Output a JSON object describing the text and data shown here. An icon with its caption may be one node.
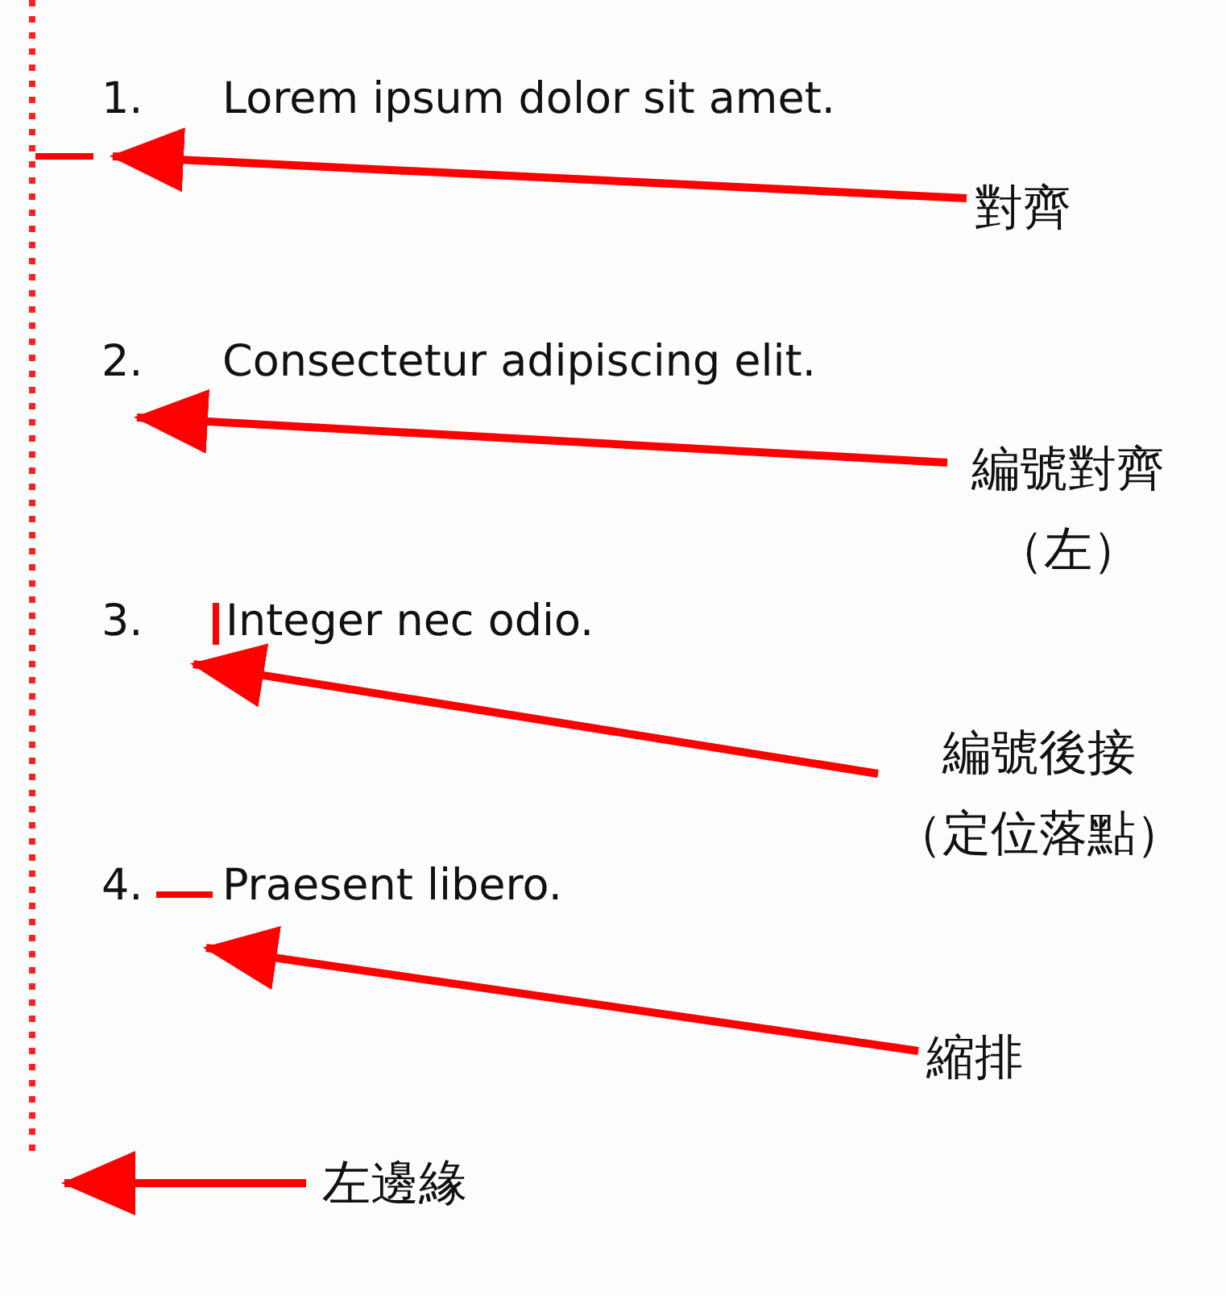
{
  "diagram": {
    "nodes": [
      {
        "text": [
          "對齊"
        ]
      },
      {
        "text": [
          "編號對齊（左）"
        ]
      },
      {
        "text": [
          "編號後接（定位落點）"
        ]
      },
      {
        "text": [
          "縮排"
        ]
      },
      {
        "text": [
          "左邊緣"
        ]
      }
    ],
    "edges": [
      {
        "from": 0,
        "to": null,
        "arrow": "to"
      },
      {
        "from": 1,
        "to": null,
        "arrow": "to"
      },
      {
        "from": 2,
        "to": null,
        "arrow": "to"
      },
      {
        "from": 3,
        "to": null,
        "arrow": "to"
      },
      {
        "from": 4,
        "to": null,
        "arrow": "to"
      }
    ],
    "labels": [
      "1.",
      "Lorem ipsum dolor sit amet.",
      "2.",
      "Consectetur adipiscing elit.",
      "3.",
      "Integer nec odio.",
      "4.",
      "Praesent libero."
    ]
  }
}
